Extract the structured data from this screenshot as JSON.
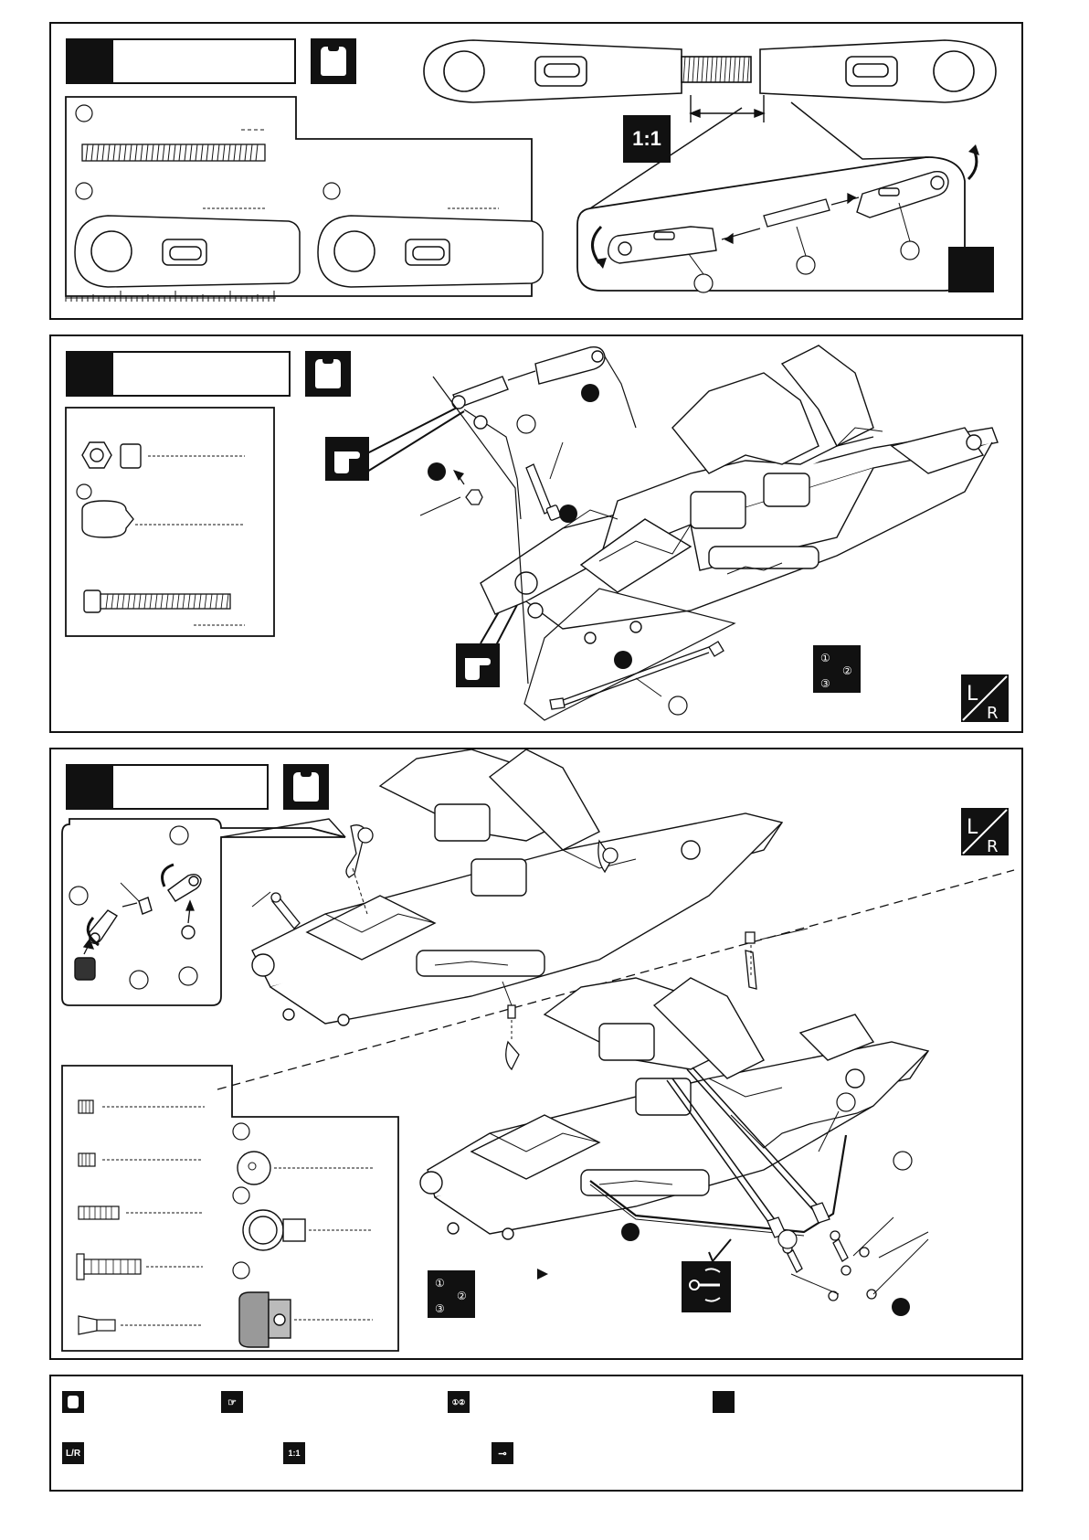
{
  "steps": {
    "s1": {
      "number": "",
      "title": "",
      "bag": ""
    },
    "s2": {
      "number": "",
      "title": "",
      "bag": ""
    },
    "s3": {
      "number": "",
      "title": "",
      "bag": ""
    }
  },
  "icons": {
    "scale_label": "1:1",
    "left_right_label_top": "L",
    "left_right_label_bottom": "R",
    "sequence_labels": [
      "①",
      "②",
      "③"
    ]
  },
  "legend": {
    "bag": "",
    "point": "",
    "sequence": "",
    "black_square": "",
    "left_right": "",
    "scale": "",
    "adjust": ""
  }
}
